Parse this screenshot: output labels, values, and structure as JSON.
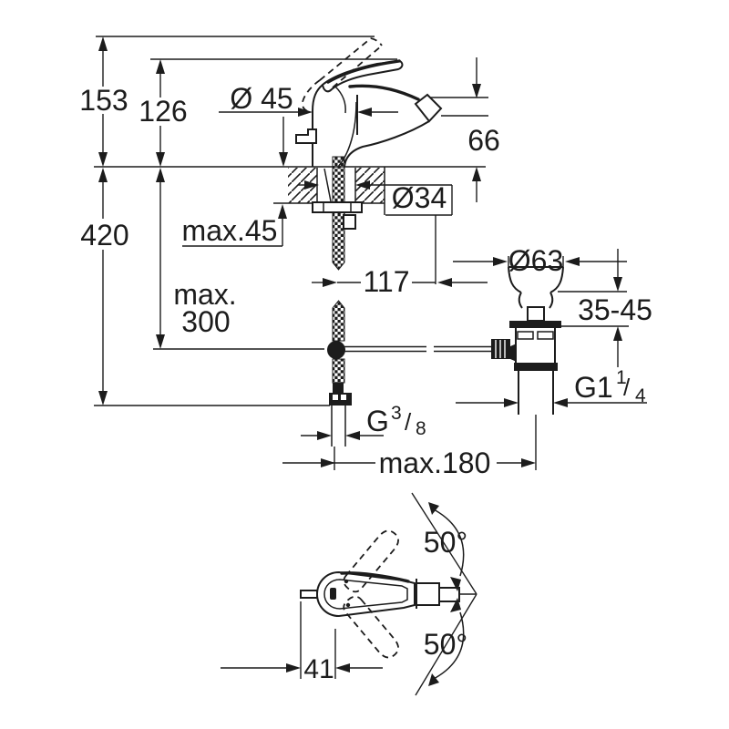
{
  "drawing": {
    "title": "bidet-single-lever-faucet-installation-dimensions",
    "labels": {
      "d153": "153",
      "d126": "126",
      "d45": "Ø 45",
      "d66": "66",
      "d34": "Ø34",
      "dmax45": "max.45",
      "d420": "420",
      "dmax300a": "max.",
      "dmax300b": "300",
      "d117": "117",
      "d63": "Ø63",
      "d3545": "35-45",
      "g114_main": "G1",
      "g114_num": "1",
      "g114_slash": "/",
      "g114_den": "4",
      "g38_main": "G",
      "g38_num": "3",
      "g38_slash": "/",
      "g38_den": "8",
      "dmax180": "max.180",
      "angle_top": "50°",
      "angle_bottom": "50°",
      "d41": "41"
    },
    "colors": {
      "line": "#1c1c1c",
      "background": "#ffffff"
    }
  }
}
